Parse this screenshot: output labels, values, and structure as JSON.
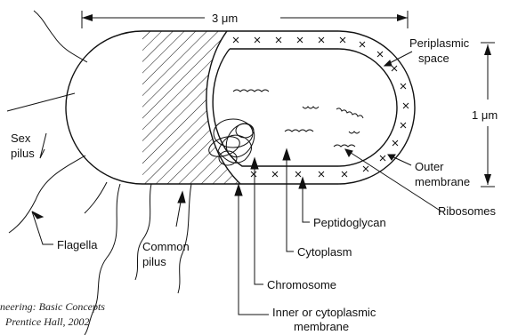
{
  "dimensions": {
    "length": "3 μm",
    "width": "1 μm"
  },
  "labels": {
    "periplasmic_line1": "Periplasmic",
    "periplasmic_line2": "space",
    "outer_line1": "Outer",
    "outer_line2": "membrane",
    "ribosomes": "Ribosomes",
    "peptidoglycan": "Peptidoglycan",
    "cytoplasm": "Cytoplasm",
    "chromosome": "Chromosome",
    "inner_line1": "Inner or cytoplasmic",
    "inner_line2": "membrane",
    "sex_line1": "Sex",
    "sex_line2": "pilus",
    "flagella": "Flagella",
    "common_line1": "Common",
    "common_line2": "pilus"
  },
  "citation": {
    "line1": "neering: Basic Concepts",
    "line2": "Prentice Hall, 2002"
  }
}
